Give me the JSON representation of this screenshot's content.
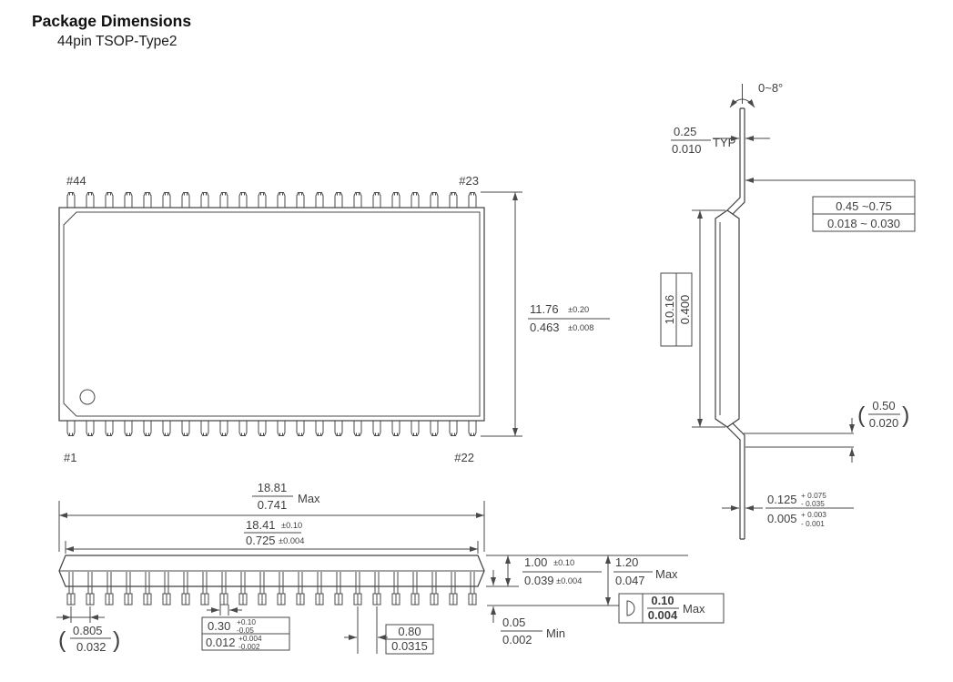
{
  "title": "Package Dimensions",
  "subtitle": "44pin TSOP-Type2",
  "colors": {
    "line": "#3f3f3f",
    "text": "#3f3f3f",
    "background": "#ffffff"
  },
  "top_view": {
    "pin_top_left": "#44",
    "pin_top_right": "#23",
    "pin_bottom_left": "#1",
    "pin_bottom_right": "#22",
    "span": {
      "mm": "11.76",
      "mm_tol": "±0.20",
      "inch": "0.463",
      "inch_tol": "±0.008"
    }
  },
  "front_view": {
    "overall_length": {
      "mm": "18.81",
      "inch": "0.741",
      "suffix": "Max"
    },
    "body_length": {
      "mm": "18.41",
      "mm_tol": "±0.10",
      "inch": "0.725",
      "inch_tol": "±0.004"
    },
    "body_thickness": {
      "mm": "1.00",
      "mm_tol": "±0.10",
      "inch": "0.039",
      "inch_tol": "±0.004"
    },
    "overall_height": {
      "mm": "1.20",
      "inch": "0.047",
      "suffix": "Max"
    },
    "standoff": {
      "mm": "0.05",
      "inch": "0.002",
      "suffix": "Min"
    },
    "end_pitch": {
      "open": "(",
      "mm": "0.805",
      "inch": "0.032",
      "close": ")"
    },
    "lead_width": {
      "mm": "0.30",
      "mm_plus": "+0.10",
      "mm_minus": "-0.05",
      "inch": "0.012",
      "inch_plus": "+0.004",
      "inch_minus": "-0.002"
    },
    "pitch": {
      "mm": "0.80",
      "inch": "0.0315"
    },
    "coplanarity": {
      "mm": "0.10",
      "inch": "0.004",
      "suffix": "Max"
    }
  },
  "side_view": {
    "lead_angle": "0~8°",
    "lead_thickness": {
      "mm": "0.25",
      "inch": "0.010",
      "suffix": "TYP"
    },
    "foot_length": {
      "mm": "0.45 ~0.75",
      "inch": "0.018 ~ 0.030"
    },
    "body_width": {
      "mm": "10.16",
      "inch": "0.400"
    },
    "bend": {
      "open": "(",
      "mm": "0.50",
      "inch": "0.020",
      "close": ")"
    },
    "tip": {
      "mm": "0.125",
      "mm_plus": "+ 0.075",
      "mm_minus": "- 0.035",
      "inch": "0.005",
      "inch_plus": "+ 0.003",
      "inch_minus": "- 0.001"
    }
  }
}
